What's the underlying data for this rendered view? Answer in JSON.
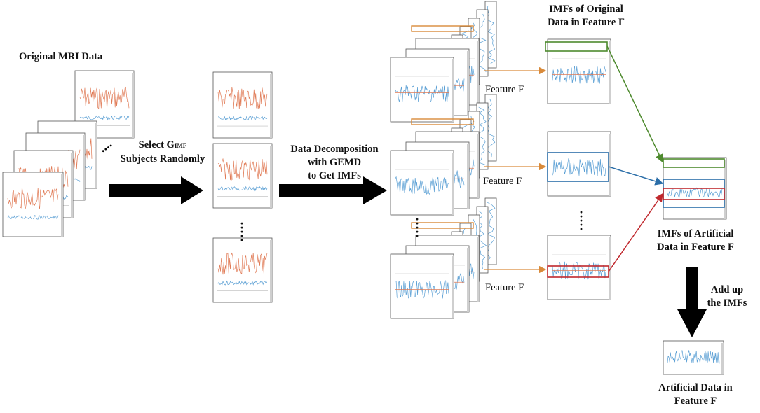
{
  "labels": {
    "original_mri": "Original MRI Data",
    "select_line1_prefix": "Select G",
    "select_line1_sub": "IMF",
    "select_line2": "Subjects Randomly",
    "decomp_line1": "Data Decomposition",
    "decomp_line2": "with GEMD",
    "decomp_line3": "to Get IMFs",
    "imfs_orig_line1": "IMFs of Original",
    "imfs_orig_line2": "Data in Feature F",
    "feature_f_1": "Feature F",
    "feature_f_2": "Feature F",
    "feature_f_3": "Feature F",
    "imfs_art_line1": "IMFs of Artificial",
    "imfs_art_line2": "Data in Feature F",
    "add_line1": "Add up",
    "add_line2": "the IMFs",
    "art_line1": "Artificial Data in",
    "art_line2": "Feature F"
  },
  "colors": {
    "orange_signal": "#e07a55",
    "blue_signal": "#5a9fd4",
    "orange_connector": "#d98a3a",
    "green_box": "#4e8a2e",
    "blue_box": "#2b6ea8",
    "red_box": "#c0282d",
    "arrow": "#000000"
  }
}
